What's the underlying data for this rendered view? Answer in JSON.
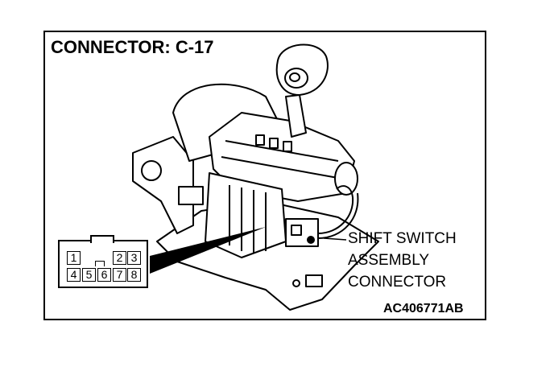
{
  "title": "CONNECTOR: C-17",
  "callout": {
    "line1": "SHIFT SWITCH",
    "line2": "ASSEMBLY",
    "line3": "CONNECTOR"
  },
  "figure_code": "AC406771AB",
  "connector_pins": {
    "p1": "1",
    "p2": "2",
    "p3": "3",
    "p4": "4",
    "p5": "5",
    "p6": "6",
    "p7": "7",
    "p8": "8"
  },
  "colors": {
    "line": "#000000",
    "background": "#ffffff"
  }
}
